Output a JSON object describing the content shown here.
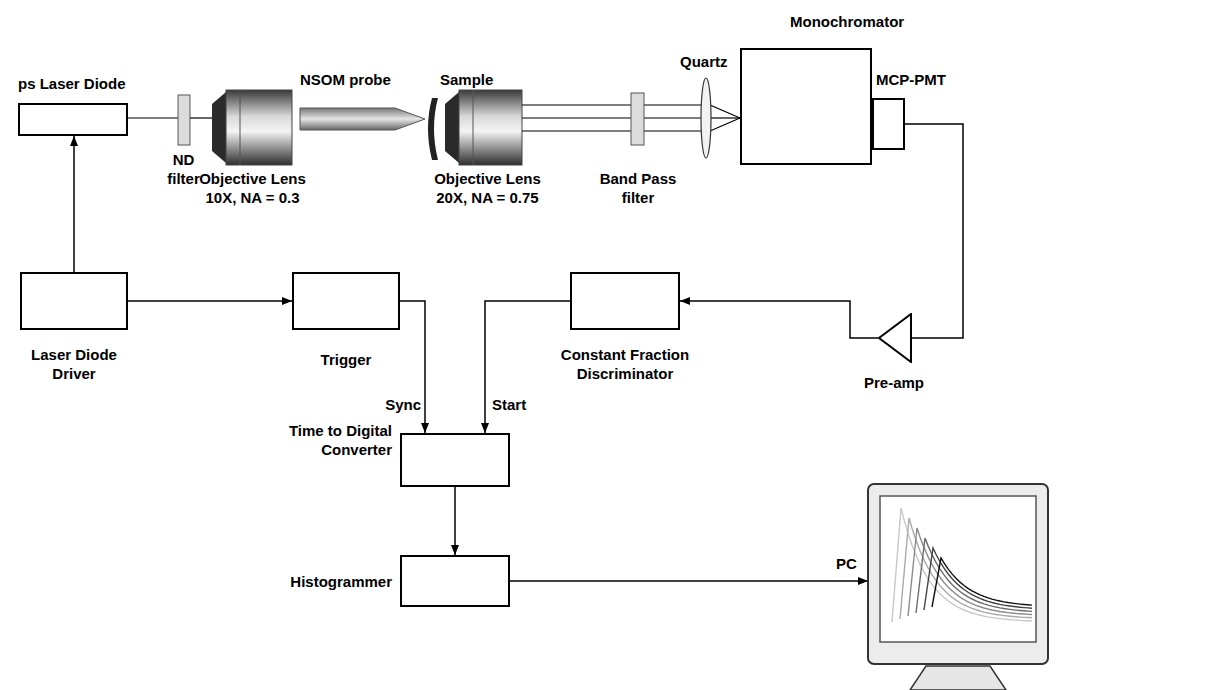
{
  "diagram": {
    "nodes": [
      {
        "text": [
          "ps Laser Diode"
        ]
      },
      {
        "text": [
          "Monochromator"
        ]
      },
      {
        "text": [
          "MCP-PMT"
        ]
      },
      {
        "text": [
          "Laser Diode Driver"
        ]
      },
      {
        "text": [
          "Trigger"
        ]
      },
      {
        "text": [
          "Constant Fraction Discriminator"
        ]
      },
      {
        "text": [
          "Pre-amp"
        ]
      },
      {
        "text": [
          "Time to Digital Converter"
        ]
      },
      {
        "text": [
          "Histogrammer"
        ]
      },
      {
        "text": [
          "PC"
        ]
      }
    ],
    "edges": [
      {
        "from": 3,
        "to": 0,
        "arrow": "to"
      },
      {
        "from": 3,
        "to": 4,
        "arrow": "to"
      },
      {
        "from": 4,
        "to": 7,
        "label": "Sync",
        "arrow": "to"
      },
      {
        "from": 5,
        "to": 7,
        "label": "Start",
        "arrow": "to"
      },
      {
        "from": 6,
        "to": 5,
        "arrow": "to"
      },
      {
        "from": 2,
        "to": 6,
        "arrow": "none"
      },
      {
        "from": 7,
        "to": 8,
        "arrow": "to"
      },
      {
        "from": 8,
        "to": 9,
        "arrow": "to"
      }
    ],
    "labels": [
      "ND filter",
      "Objective Lens 10X, NA = 0.3",
      "NSOM probe",
      "Sample",
      "Objective Lens 20X, NA = 0.75",
      "Band Pass filter",
      "Quartz"
    ]
  }
}
